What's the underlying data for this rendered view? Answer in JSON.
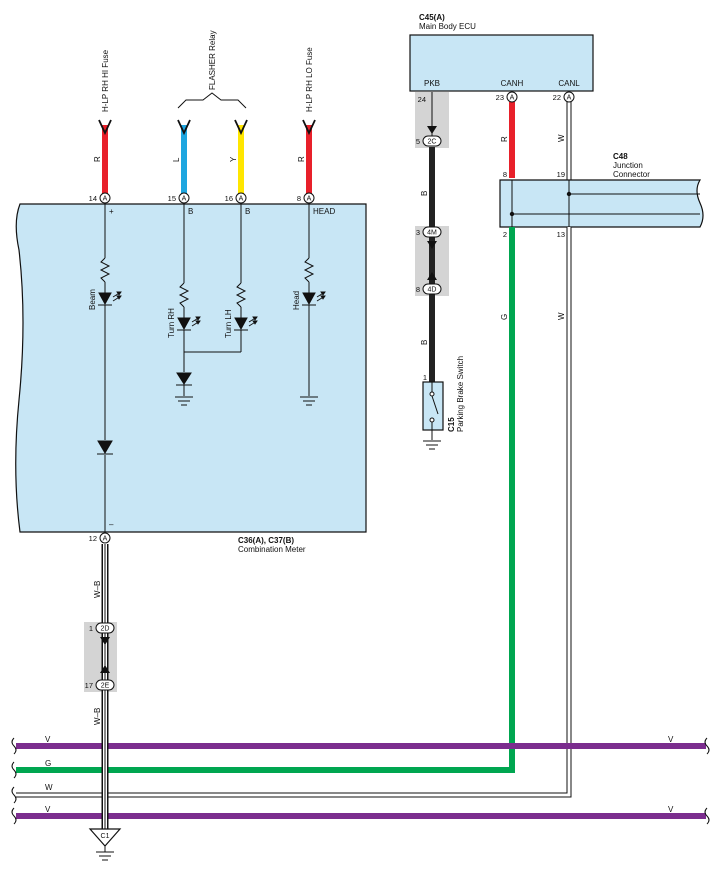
{
  "colors": {
    "red": "#e8202a",
    "blue": "#1ea6e0",
    "yellow": "#ffe600",
    "black": "#222222",
    "green": "#00a650",
    "white_wire": "#ffffff",
    "violet": "#7b2d8e",
    "component_fill": "#c8e6f5",
    "connector_shade": "#d4d4d4"
  },
  "fuses": {
    "hlp_hi": "H-LP RH HI Fuse",
    "hlp_lo": "H-LP RH LO Fuse",
    "flasher": "FLASHER Relay"
  },
  "wire_colors": {
    "r1": "R",
    "l": "L",
    "y": "Y",
    "r2": "R",
    "ecu_r": "R",
    "ecu_w": "W",
    "b1": "B",
    "b2": "B",
    "g": "G",
    "w2": "W",
    "wb1": "W–B",
    "wb2": "W–B"
  },
  "meter": {
    "pins": [
      "14",
      "15",
      "16",
      "8"
    ],
    "pin_letter": "A",
    "plus": "+",
    "b1": "B",
    "b2": "B",
    "head_label": "HEAD",
    "minus": "–",
    "beam": "Beam",
    "turn_rh": "Turn RH",
    "turn_lh": "Turn LH",
    "head": "Head",
    "code": "C36(A), C37(B)",
    "name": "Combination Meter",
    "gnd_pin": "12"
  },
  "ecu": {
    "code": "C45(A)",
    "name": "Main Body ECU",
    "pkb": "PKB",
    "canh": "CANH",
    "canl": "CANL",
    "pkb_pin": "24",
    "canh_pin": "23",
    "canl_pin": "22",
    "pin_letter": "A"
  },
  "junction": {
    "code": "C48",
    "line1": "Junction",
    "line2": "Connector",
    "p8": "8",
    "p19": "19",
    "p2": "2",
    "p13": "13"
  },
  "connectors": {
    "c2c_pin": "5",
    "c2c": "2C",
    "c4m_pin": "3",
    "c4m": "4M",
    "c4d_pin": "8",
    "c4d": "4D",
    "c2d_pin": "1",
    "c2d": "2D",
    "c2e_pin": "17",
    "c2e": "2E"
  },
  "pkb_switch": {
    "pin": "1",
    "code": "C15",
    "name": "Parking Brake Switch"
  },
  "bus": {
    "v1": "V",
    "g": "G",
    "w": "W",
    "v2": "V"
  },
  "ground": {
    "label": "C1"
  }
}
